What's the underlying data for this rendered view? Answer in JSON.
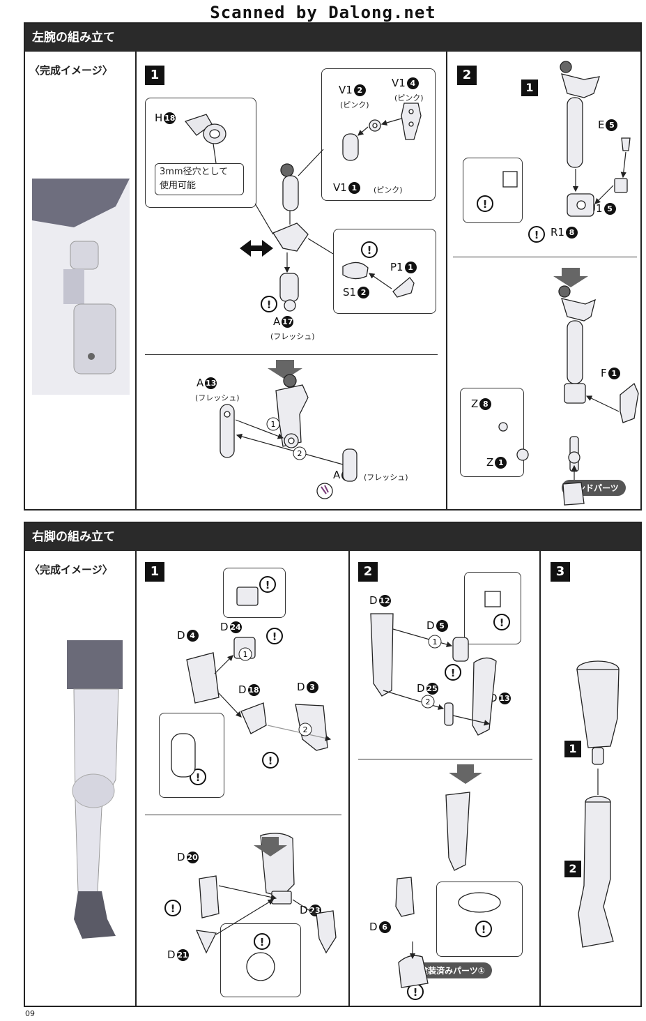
{
  "header": {
    "scan_credit": "Scanned by Dalong.net"
  },
  "page_number": "09",
  "left_arm": {
    "title": "左腕の組み立て",
    "complete_label": "〈完成イメージ〉",
    "step1": {
      "number": "1",
      "parts": {
        "h18": "H",
        "h18_n": "18",
        "v1_2": "V1",
        "v1_2_n": "2",
        "v1_2_color": "(ピンク)",
        "v1_4": "V1",
        "v1_4_n": "4",
        "v1_4_color": "(ピンク)",
        "v1_1": "V1",
        "v1_1_n": "1",
        "v1_1_color": "(ピンク)",
        "p1_1": "P1",
        "p1_1_n": "1",
        "s1_2": "S1",
        "s1_2_n": "2",
        "a17": "A",
        "a17_n": "17",
        "a17_color": "(フレッシュ)",
        "a13": "A",
        "a13_n": "13",
        "a13_color": "(フレッシュ)",
        "a9": "A",
        "a9_n": "9",
        "a9_color": "(フレッシュ)"
      },
      "note": [
        "3mm径穴として",
        "使用可能"
      ],
      "order": [
        "1",
        "2"
      ]
    },
    "step2": {
      "number": "2",
      "parts": {
        "sub1": "1",
        "e5": "E",
        "e5_n": "5",
        "u15": "U1",
        "u15_n": "5",
        "r18": "R1",
        "r18_n": "8",
        "f1": "F",
        "f1_n": "1",
        "z8": "Z",
        "z8_n": "8",
        "z1": "Z",
        "z1_n": "1"
      },
      "hand_parts": "ハンドパーツ"
    }
  },
  "right_leg": {
    "title": "右脚の組み立て",
    "complete_label": "〈完成イメージ〉",
    "step1": {
      "number": "1",
      "parts": {
        "d4": "D",
        "d4_n": "4",
        "d24": "D",
        "d24_n": "24",
        "d18": "D",
        "d18_n": "18",
        "d3": "D",
        "d3_n": "3",
        "d20": "D",
        "d20_n": "20",
        "d21": "D",
        "d21_n": "21",
        "d23": "D",
        "d23_n": "23"
      },
      "order": [
        "1",
        "2"
      ]
    },
    "step2": {
      "number": "2",
      "parts": {
        "d12": "D",
        "d12_n": "12",
        "d5": "D",
        "d5_n": "5",
        "d25": "D",
        "d25_n": "25",
        "d13": "D",
        "d13_n": "13",
        "d6": "D",
        "d6_n": "6"
      },
      "order": [
        "1",
        "2"
      ],
      "painted_parts": "塗装済みパーツ①"
    },
    "step3": {
      "number": "3",
      "sub1": "1",
      "sub2": "2"
    }
  },
  "warning_mark": "!",
  "colors": {
    "header_bg": "#2a2a2a",
    "ink": "#222222",
    "ghost": "#a9a9b8"
  }
}
